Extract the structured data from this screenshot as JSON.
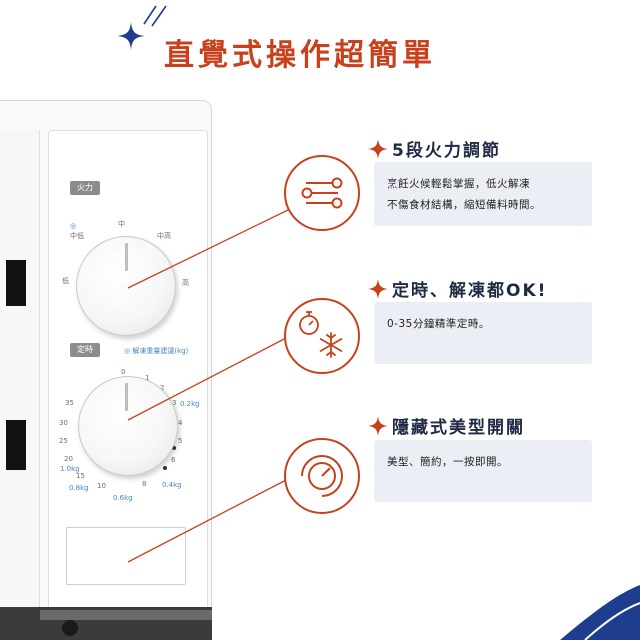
{
  "heading": {
    "title": "直覺式操作超簡單"
  },
  "colors": {
    "accent_red": "#c8411c",
    "navy": "#1f2a44",
    "corner_blue": "#1f3d8f",
    "box_bg": "#eceef6"
  },
  "panel": {
    "power_tag": "火力",
    "power_labels": {
      "mid_low": "中低",
      "mid": "中",
      "mid_high": "中高",
      "low": "低",
      "high": "高"
    },
    "timer_tag": "定時",
    "defrost_note": "◎ 解凍重量建議(kg)",
    "timer_numbers": [
      "0",
      "1",
      "2",
      "3",
      "4",
      "5",
      "6",
      "8",
      "10",
      "15",
      "20",
      "25",
      "30",
      "35"
    ],
    "weight_labels": {
      "w02": "0.2kg",
      "w04": "0.4kg",
      "w06": "0.6kg",
      "w08": "0.8kg",
      "w10": "1.0kg"
    }
  },
  "icons": {
    "feature1": "slider-controls-icon",
    "feature2": "stopwatch-snowflake-icon",
    "feature3": "dial-icon",
    "decor": "sparkle-star-icon"
  },
  "features": [
    {
      "title": "5段火力調節",
      "lines": [
        "烹飪火候輕鬆掌握，低火解凍",
        "不傷食材結構，縮短備料時間。"
      ]
    },
    {
      "title": "定時、解凍都OK!",
      "lines": [
        "0-35分鐘精準定時。"
      ]
    },
    {
      "title": "隱藏式美型開關",
      "lines": [
        "美型、簡約，一按即開。"
      ]
    }
  ]
}
